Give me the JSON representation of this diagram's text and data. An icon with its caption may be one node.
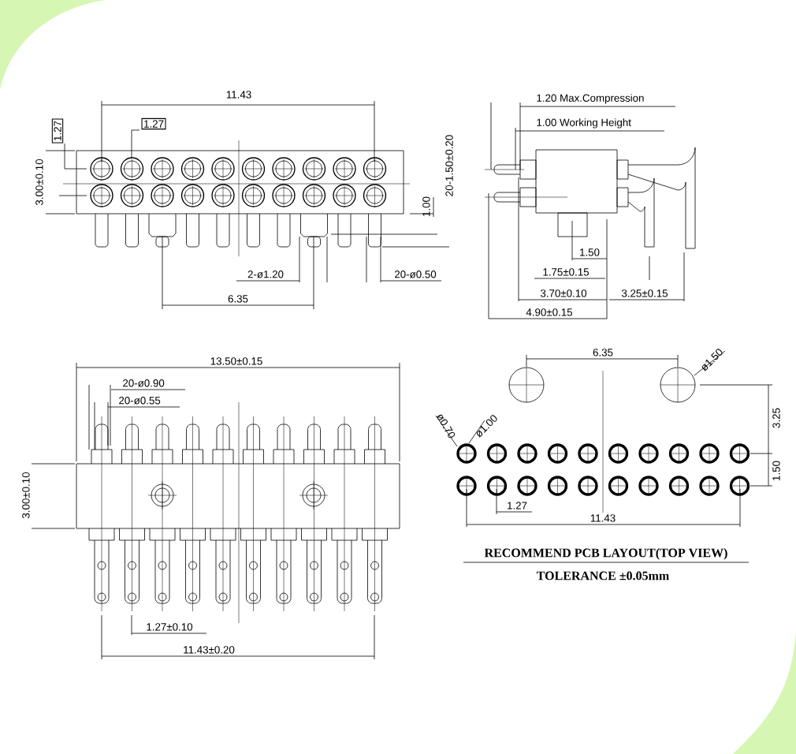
{
  "diagram": {
    "labels": [
      "11.43",
      "1.27",
      "1.27",
      "3.00±0.10",
      "1.00",
      "20-1.50±0.20",
      "2-ø1.20",
      "20-ø0.50",
      "6.35",
      "1.20 Max.Compression",
      "1.00 Working Height",
      "1.50",
      "1.75±0.15",
      "3.70±0.10",
      "3.25±0.15",
      "4.90±0.15",
      "13.50±0.15",
      "20-ø0.90",
      "20-ø0.55",
      "3.00±0.10",
      "1.27±0.10",
      "11.43±0.20",
      "6.35",
      "ø1.50",
      "ø0.70",
      "ø1.00",
      "3.25",
      "1.50",
      "1.27",
      "11.43",
      "RECOMMEND PCB LAYOUT(TOP VIEW)",
      "TOLERANCE ±0.05mm"
    ]
  }
}
